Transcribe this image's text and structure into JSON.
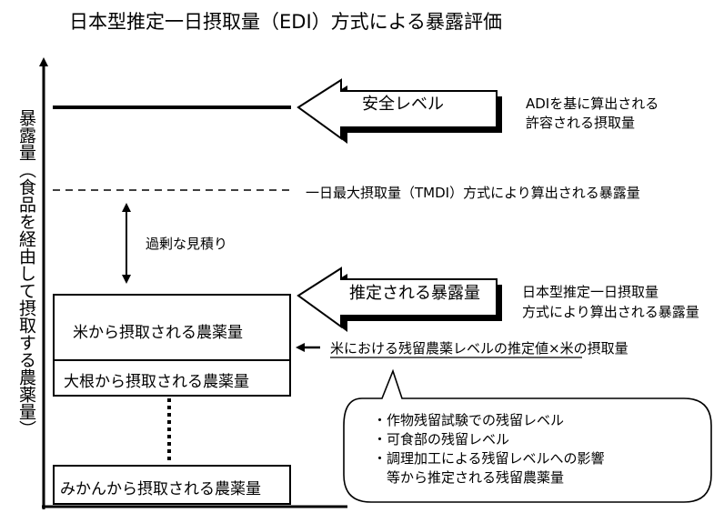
{
  "title": "日本型推定一日摂取量（EDI）方式による暴露評価",
  "y_axis_label": "暴露量（食品を経由して摂取する農薬量）",
  "safe_level": {
    "label": "安全レベル",
    "note_lines": [
      "ADIを基に算出される",
      "許容される摂取量"
    ]
  },
  "tmdi_line_label": "一日最大摂取量（TMDI）方式により算出される暴露量",
  "overestimate_label": "過剰な見積り",
  "estimated_exposure": {
    "label": "推定される暴露量",
    "note_lines": [
      "日本型推定一日摂取量",
      "方式により算出される暴露量"
    ]
  },
  "rice_formula": {
    "underlined": "米における残留農薬レベルの推定値",
    "rest": "×米の摂取量"
  },
  "stack_boxes": {
    "rice": "米から摂取される農薬量",
    "daikon": "大根から摂取される農薬量",
    "mikan": "みかんから摂取される農薬量"
  },
  "bubble_lines": [
    "・作物残留試験での残留レベル",
    "・可食部の残留レベル",
    "・調理加工による残留レベルへの影響",
    "　等から推定される残留農薬量"
  ]
}
